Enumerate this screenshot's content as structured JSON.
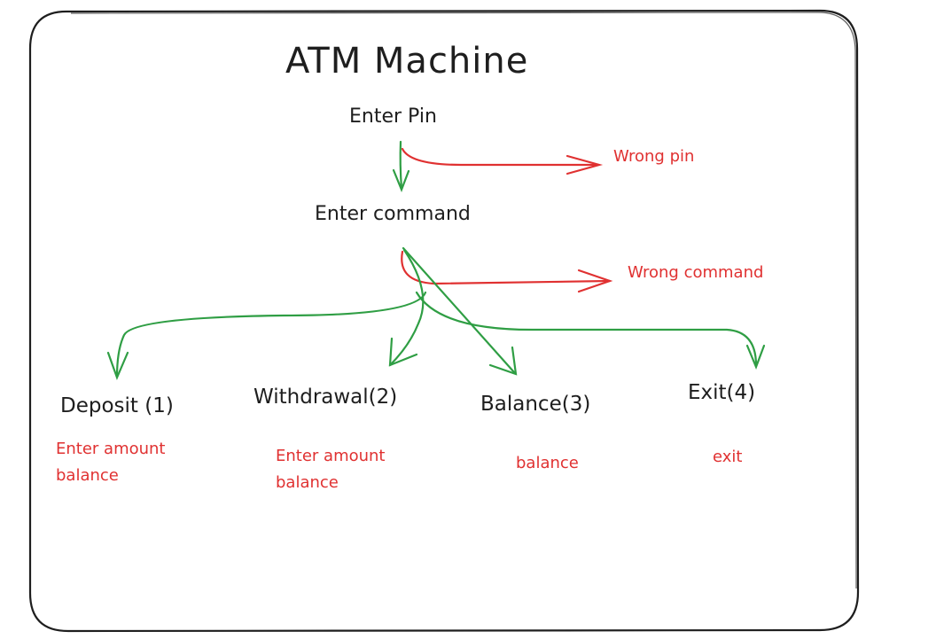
{
  "title": "ATM Machine",
  "nodes": {
    "enter_pin": "Enter Pin",
    "enter_command": "Enter command"
  },
  "errors": {
    "wrong_pin": "Wrong pin",
    "wrong_command": "Wrong command"
  },
  "options": [
    {
      "label": "Deposit (1)",
      "action": "Enter amount\nbalance"
    },
    {
      "label": "Withdrawal(2)",
      "action": "Enter amount\nbalance"
    },
    {
      "label": "Balance(3)",
      "action": "balance"
    },
    {
      "label": "Exit(4)",
      "action": "exit"
    }
  ],
  "colors": {
    "ink": "#1e1e1e",
    "success_arrow": "#2f9e44",
    "error_arrow": "#e03131"
  }
}
